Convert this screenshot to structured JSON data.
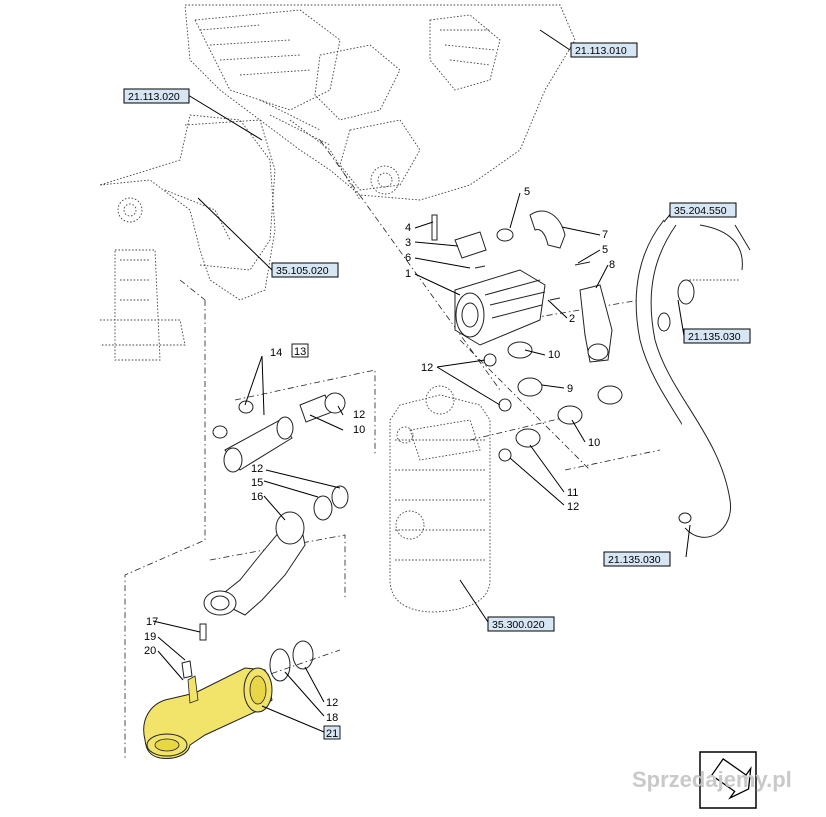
{
  "references": {
    "r1": "21.113.010",
    "r2": "21.113.020",
    "r3": "35.105.020",
    "r4": "35.204.550",
    "r5": "21.135.030",
    "r6": "21.135.030",
    "r7": "35.300.020"
  },
  "callouts": {
    "c1": "1",
    "c2": "2",
    "c3": "3",
    "c4": "4",
    "c5a": "5",
    "c5b": "5",
    "c6": "6",
    "c7": "7",
    "c8": "8",
    "c9": "9",
    "c10a": "10",
    "c10b": "10",
    "c10c": "10",
    "c11": "11",
    "c12a": "12",
    "c12b": "12",
    "c12c": "12",
    "c12d": "12",
    "c12e": "12",
    "c13": "13",
    "c14": "14",
    "c15": "15",
    "c16": "16",
    "c17": "17",
    "c18": "18",
    "c19": "19",
    "c20": "20",
    "c21": "21"
  },
  "watermark": "Sprzedajemy.pl",
  "colors": {
    "highlight": "#f2e36a",
    "reference_box": "#d7e6f5"
  }
}
